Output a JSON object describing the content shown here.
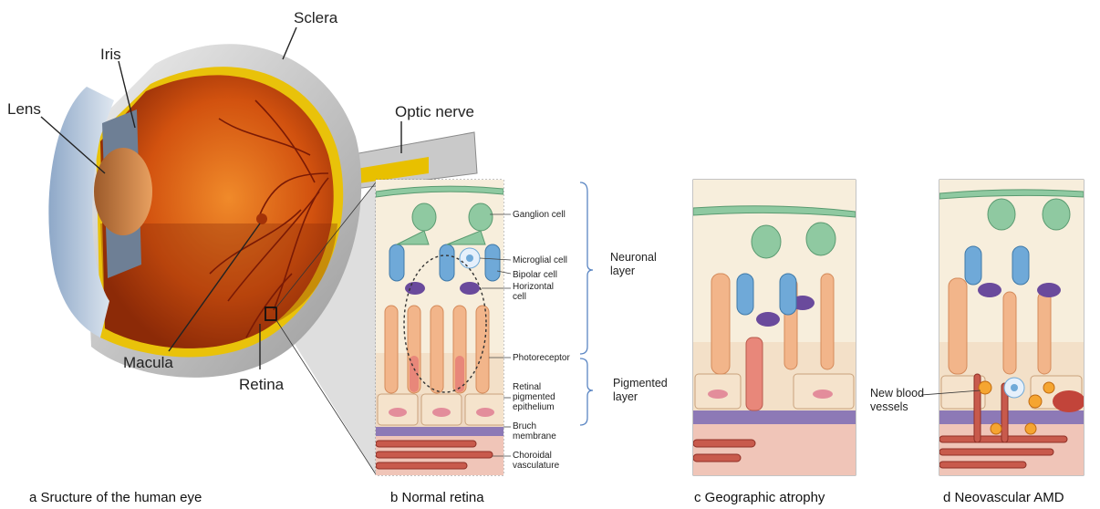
{
  "panels": {
    "a": {
      "caption": "a Sructure of the human eye",
      "labels": {
        "sclera": "Sclera",
        "iris": "Iris",
        "lens": "Lens",
        "optic_nerve": "Optic nerve",
        "macula": "Macula",
        "retina": "Retina"
      }
    },
    "b": {
      "caption": "b Normal retina",
      "labels": {
        "ganglion": "Ganglion cell",
        "microglial": "Microglial cell",
        "bipolar": "Bipolar cell",
        "horizontal": "Horizontal\ncell",
        "photoreceptor": "Photoreceptor",
        "rpe": "Retinal\npigmented\nepithelium",
        "bruch": "Bruch\nmembrane",
        "choroidal": "Choroidal\nvasculature"
      },
      "layers": {
        "neuronal": "Neuronal\nlayer",
        "pigmented": "Pigmented\nlayer"
      }
    },
    "c": {
      "caption": "c Geographic atrophy"
    },
    "d": {
      "caption": "d Neovascular AMD",
      "labels": {
        "new_vessels": "New blood\nvessels"
      }
    }
  },
  "colors": {
    "eye_orange": "#c9470c",
    "sclera_grey": "#d9d9d9",
    "ganglion_green": "#8fc9a1",
    "bipolar_blue": "#6fa9d8",
    "horizontal_purple": "#6a4a9c",
    "photoreceptor_orange": "#f2b58a",
    "bruch_purple": "#8d79b6",
    "vessel_red": "#c85a4c",
    "bracket_blue": "#5b86c3"
  }
}
